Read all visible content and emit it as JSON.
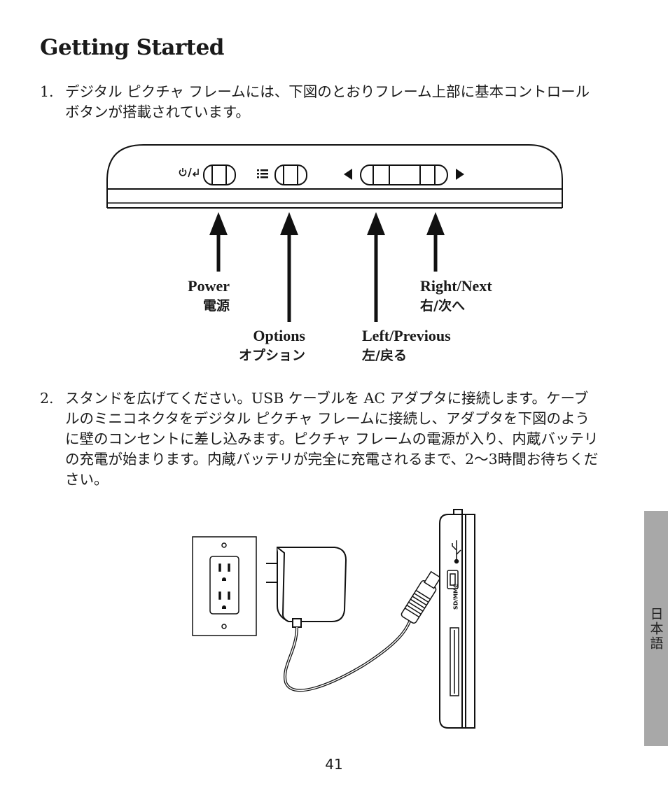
{
  "heading": "Getting Started",
  "steps": [
    {
      "number": "1.",
      "text": "デジタル ピクチャ フレームには、下図のとおりフレーム上部に基本コントロール ボタンが搭載されています。"
    },
    {
      "number": "2.",
      "text": "スタンドを広げてください。USB ケーブルを AC アダプタに接続します。ケーブルのミニコネクタをデジタル ピクチャ フレームに接続し、アダプタを下図のように壁のコンセントに差し込みます。ピクチャ フレームの電源が入り、内蔵バッテリの充電が始まります。内蔵バッテリが完全に充電されるまで、2〜3時間お待ちください。"
    }
  ],
  "buttons_diagram": {
    "power": {
      "en": "Power",
      "ja": "電源"
    },
    "options": {
      "en": "Options",
      "ja": "オプション"
    },
    "left": {
      "en": "Left/Previous",
      "ja": "左/戻る"
    },
    "right": {
      "en": "Right/Next",
      "ja": "右/次へ"
    },
    "icons": [
      "power-return-icon",
      "menu-list-icon",
      "left-arrow-icon",
      "right-arrow-icon"
    ]
  },
  "connection_diagram": {
    "port_label": "SD/MMC",
    "icons": [
      "wall-outlet-icon",
      "ac-adapter-icon",
      "usb-cable-icon",
      "usb-symbol-icon",
      "sd-card-slot-icon"
    ]
  },
  "side_tab": "日本語",
  "page_number": "41"
}
